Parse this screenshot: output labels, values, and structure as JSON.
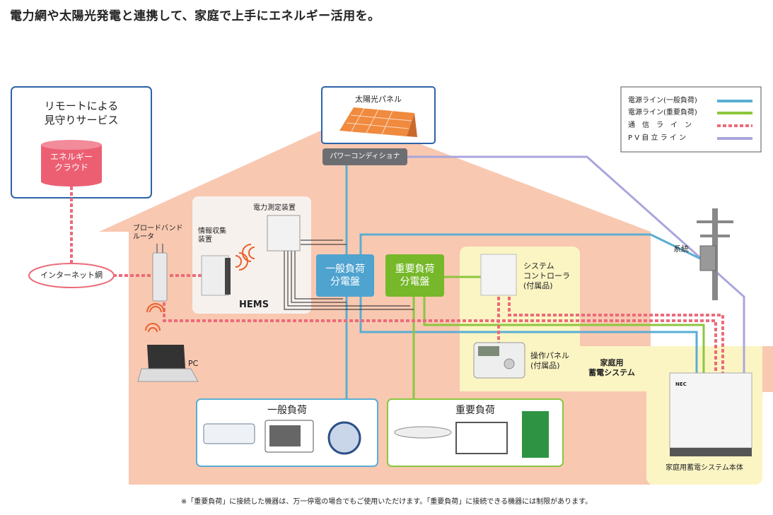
{
  "headline": "電力網や太陽光発電と連携して、家庭で上手にエネルギー活用を。",
  "remote_box": {
    "title_line1": "リモートによる",
    "title_line2": "見守りサービス",
    "cloud_line1": "エネルギー",
    "cloud_line2": "クラウド"
  },
  "internet": "インターネット網",
  "router": {
    "line1": "ブロードバンド",
    "line2": "ルータ"
  },
  "pc": "PC",
  "hems": {
    "title": "HEMS",
    "collector_line1": "情報収集",
    "collector_line2": "装置",
    "meter": "電力測定装置"
  },
  "solar": {
    "panel": "太陽光パネル",
    "conditioner": "パワーコンディショナ"
  },
  "panels": {
    "general_line1": "一般負荷",
    "general_line2": "分電盤",
    "critical_line1": "重要負荷",
    "critical_line2": "分電盤"
  },
  "controller": {
    "line1": "システム",
    "line2": "コントローラ",
    "line3": "(付属品)"
  },
  "op_panel": {
    "line1": "操作パネル",
    "line2": "(付属品)"
  },
  "storage_system": {
    "line1": "家庭用",
    "line2": "蓄電システム",
    "unit": "家庭用蓄電システム本体",
    "brand": "NEC"
  },
  "grid": "系統",
  "general_load": "一般負荷",
  "critical_load": "重要負荷",
  "legend": [
    {
      "label": "電源ライン(一般負荷)",
      "color": "#5aaed3",
      "style": "solid"
    },
    {
      "label": "電源ライン(重要負荷)",
      "color": "#8cc63f",
      "style": "solid"
    },
    {
      "label": "通　信　ラ　イ　ン",
      "color": "#ec6b7a",
      "style": "dashed"
    },
    {
      "label": "P V 自 立 ラ イ ン",
      "color": "#a9a6dc",
      "style": "solid"
    }
  ],
  "footnote": "※「重要負荷」に接続した機器は、万一停電の場合でもご使用いただけます。「重要負荷」に接続できる機器には制限があります。",
  "colors": {
    "house": "#f8c8b1",
    "blue_line": "#5aaed3",
    "green_line": "#8cc63f",
    "pink_line": "#ec6b7a",
    "purple_line": "#a9a6dc",
    "yellow_area": "#fbf5c4",
    "blue_panel": "#4fa3cf",
    "green_panel": "#76b82a"
  }
}
